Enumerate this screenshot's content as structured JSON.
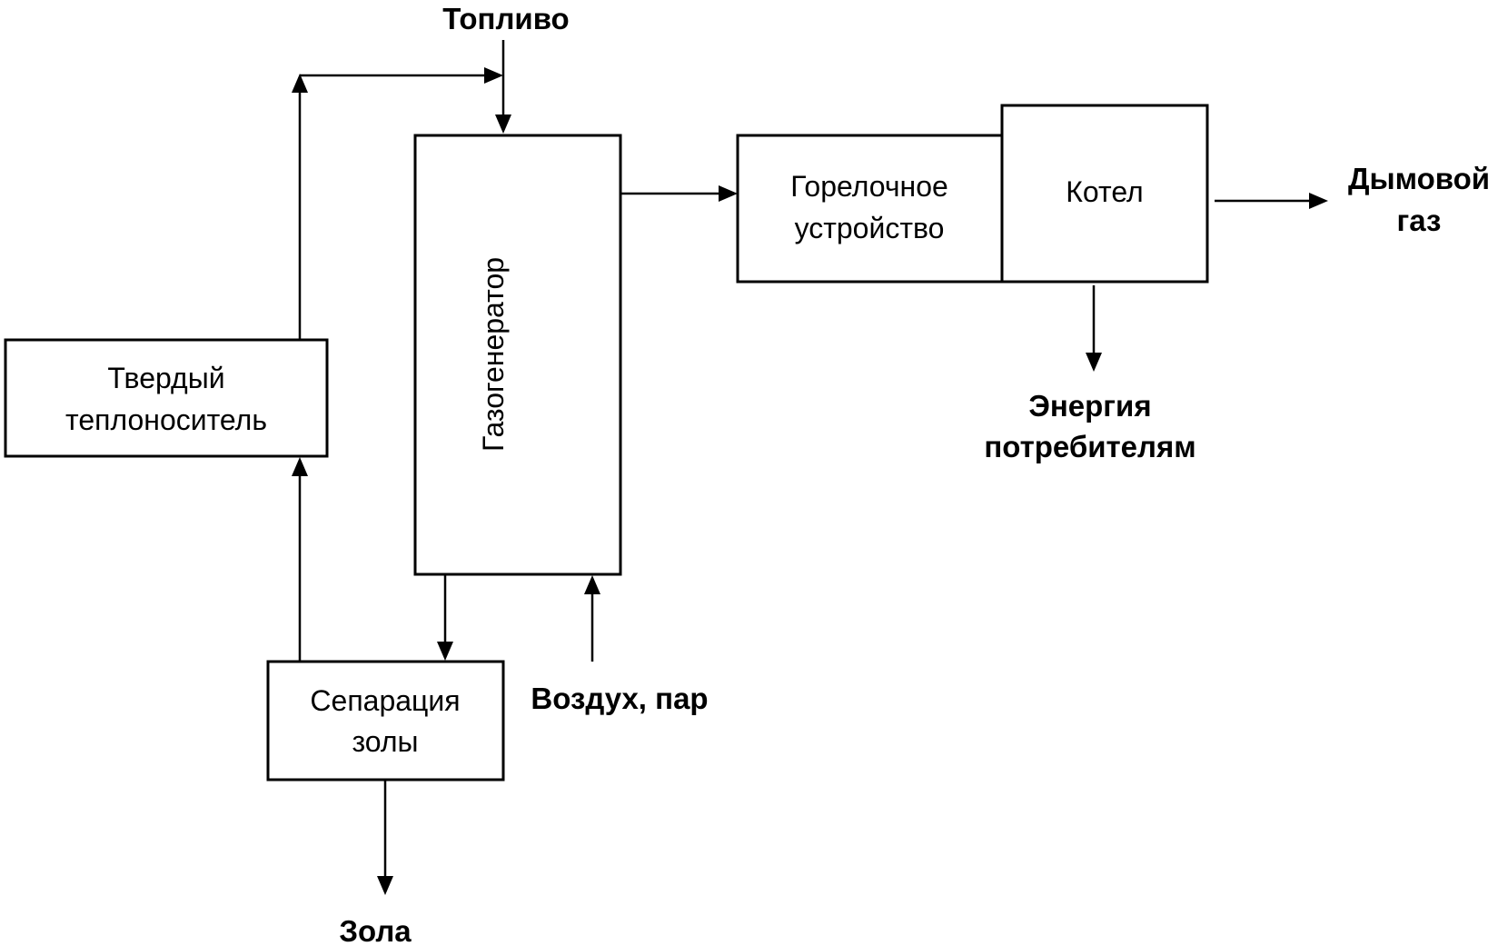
{
  "diagram": {
    "inputs": {
      "fuel": "Топливо",
      "air_steam": "Воздух, пар"
    },
    "outputs": {
      "flue_gas": [
        "Дымовой",
        "газ"
      ],
      "energy": [
        "Энергия",
        "потребителям"
      ],
      "ash": "Зола"
    },
    "blocks": {
      "solid_heat_carrier": [
        "Твердый",
        "теплоноситель"
      ],
      "gas_generator": "Газогенератор",
      "burner": [
        "Горелочное",
        "устройство"
      ],
      "boiler": "Котел",
      "ash_separation": [
        "Сепарация",
        "золы"
      ]
    }
  }
}
